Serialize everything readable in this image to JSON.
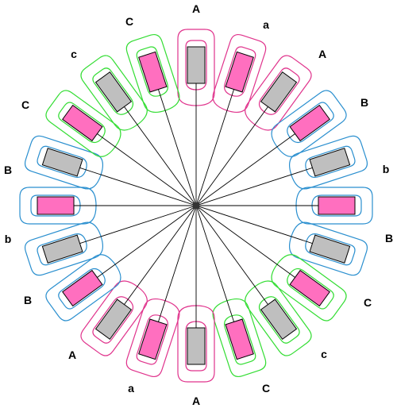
{
  "colors": {
    "pink_loop": "#e0338c",
    "green_loop": "#33dd33",
    "blue_loop": "#2a8fcf",
    "pink_fill": "#ff6fbf",
    "grey_fill": "#bfbfbf",
    "outline": "#000000",
    "spoke": "#000000"
  },
  "labels": {
    "top": "A",
    "top_right_1": "a",
    "top_right_2": "A",
    "right_1": "B",
    "right_2": "b",
    "right_3": "B",
    "bottom_right_1": "C",
    "bottom_right_2": "c",
    "bottom_right_3": "C",
    "bottom": "A",
    "bottom_left_1": "a",
    "bottom_left_2": "A",
    "left_1": "B",
    "left_2": "b",
    "left_3": "B",
    "top_left_1": "C",
    "top_left_2": "c",
    "top_left_3": "C"
  },
  "slots": [
    {
      "phase": "A",
      "loop": "pink",
      "fill": "grey"
    },
    {
      "phase": "a",
      "loop": "pink",
      "fill": "pink"
    },
    {
      "phase": "A",
      "loop": "pink",
      "fill": "grey"
    },
    {
      "phase": "B",
      "loop": "blue",
      "fill": "pink"
    },
    {
      "phase": "b",
      "loop": "blue",
      "fill": "grey"
    },
    {
      "phase": "B",
      "loop": "blue",
      "fill": "pink"
    },
    {
      "phase": "B",
      "loop": "blue",
      "fill": "grey"
    },
    {
      "phase": "C",
      "loop": "green",
      "fill": "pink"
    },
    {
      "phase": "c",
      "loop": "green",
      "fill": "grey"
    },
    {
      "phase": "C",
      "loop": "green",
      "fill": "pink"
    },
    {
      "phase": "A",
      "loop": "pink",
      "fill": "grey"
    },
    {
      "phase": "a",
      "loop": "pink",
      "fill": "pink"
    },
    {
      "phase": "A",
      "loop": "pink",
      "fill": "grey"
    },
    {
      "phase": "B",
      "loop": "blue",
      "fill": "pink"
    },
    {
      "phase": "b",
      "loop": "blue",
      "fill": "grey"
    },
    {
      "phase": "B",
      "loop": "blue",
      "fill": "pink"
    },
    {
      "phase": "B",
      "loop": "blue",
      "fill": "grey"
    },
    {
      "phase": "C",
      "loop": "green",
      "fill": "pink"
    },
    {
      "phase": "c",
      "loop": "green",
      "fill": "grey"
    },
    {
      "phase": "C",
      "loop": "green",
      "fill": "pink"
    }
  ]
}
